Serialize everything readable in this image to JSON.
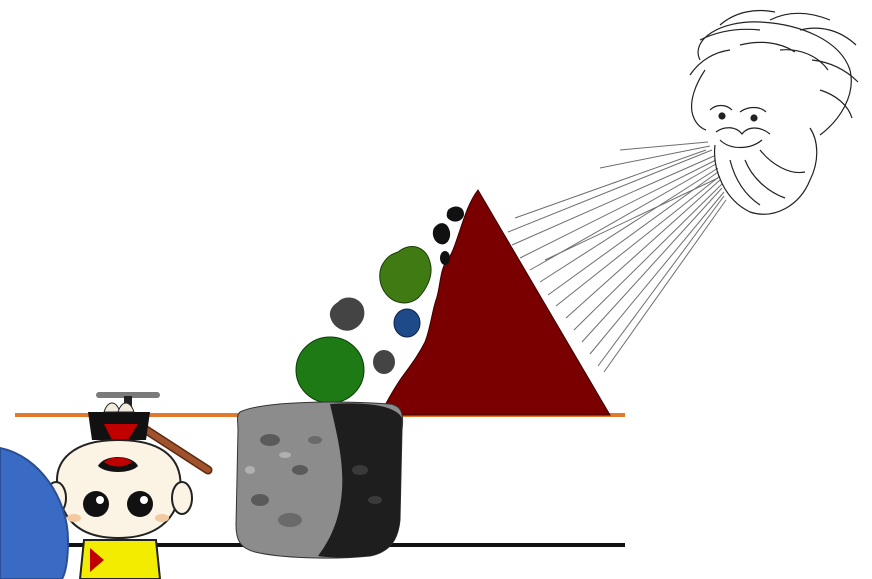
{
  "scene": {
    "colors": {
      "background": "#ffffff",
      "upper_line": "#e07a2c",
      "lower_line": "#111111",
      "mountain": "#7a0000",
      "blue_circle": "#3a6bc4",
      "boulder": "#8a8a8a",
      "boulder_shadow": "#1e1e1e",
      "stone_green_large": "#1e7a14",
      "stone_green_medium": "#3f7a12",
      "stone_blue": "#1f4a8a",
      "stone_dark": "#444444",
      "stone_black": "#111111",
      "wind_lines": "#444444",
      "character_face": "#fbf3e3",
      "character_hair": "#f0eadf",
      "character_body": "#f2ec00",
      "character_accent": "#c00000",
      "character_stick": "#a0522d"
    },
    "elements": {
      "character": "upside-down-helmeted-character",
      "wind_face": "bearded-wind-face",
      "boulder": "rock-block",
      "mountain": "red-triangle-mountain",
      "stones": [
        "green-stone",
        "green-stone",
        "blue-stone",
        "grey-stone",
        "grey-stone",
        "black-stone",
        "black-stone",
        "black-stone"
      ]
    }
  }
}
